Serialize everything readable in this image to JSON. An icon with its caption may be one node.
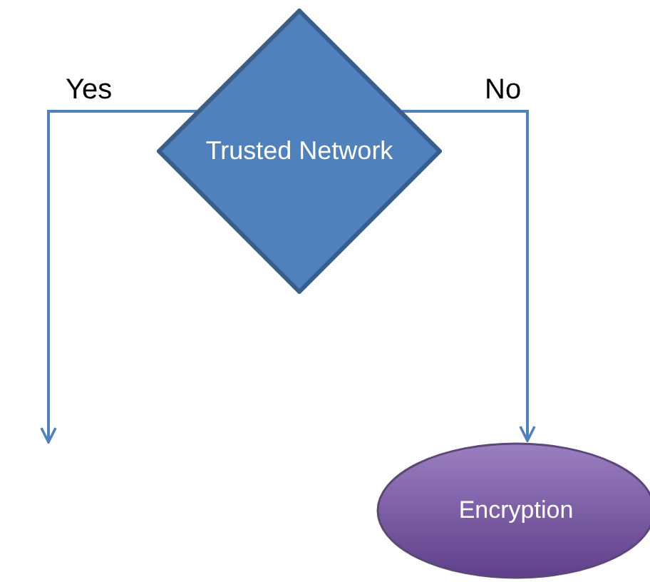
{
  "diagram": {
    "nodes": [
      {
        "text": [
          "Trusted Network"
        ]
      },
      {
        "text": [
          "Encryption"
        ]
      }
    ],
    "edges": [
      {
        "from": 0,
        "to": null,
        "arrow": "to",
        "label": "Yes"
      },
      {
        "from": 0,
        "to": 1,
        "arrow": "to",
        "label": "No"
      }
    ]
  }
}
